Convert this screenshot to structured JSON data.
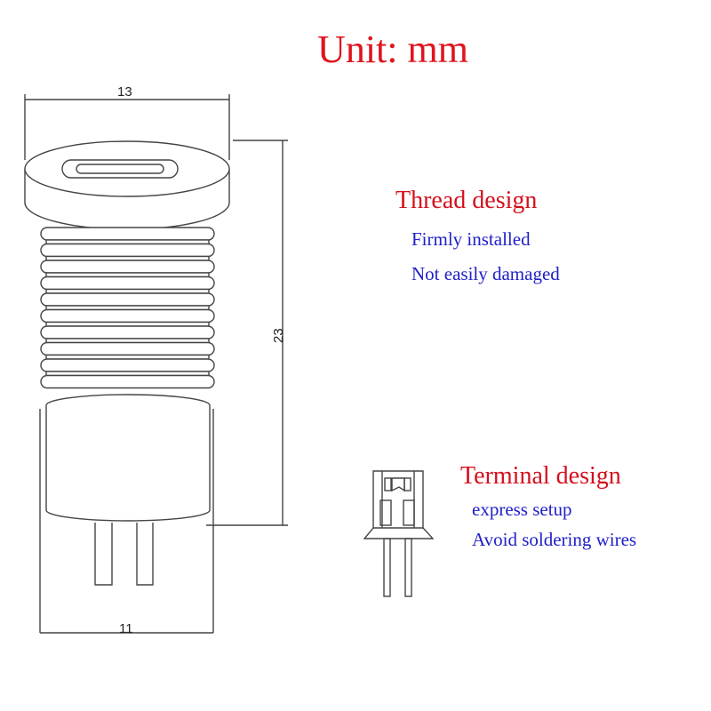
{
  "title": "Unit: mm",
  "colors": {
    "title": "#e0141e",
    "heading": "#d4101c",
    "feature": "#2020c8",
    "line": "#444444"
  },
  "dimensions": {
    "top_width": "13",
    "height": "23",
    "bottom_width": "11"
  },
  "sections": {
    "thread": {
      "heading": "Thread design",
      "features": [
        "Firmly installed",
        "Not easily damaged"
      ]
    },
    "terminal": {
      "heading": "Terminal design",
      "features": [
        "express setup",
        "Avoid soldering wires"
      ]
    }
  }
}
